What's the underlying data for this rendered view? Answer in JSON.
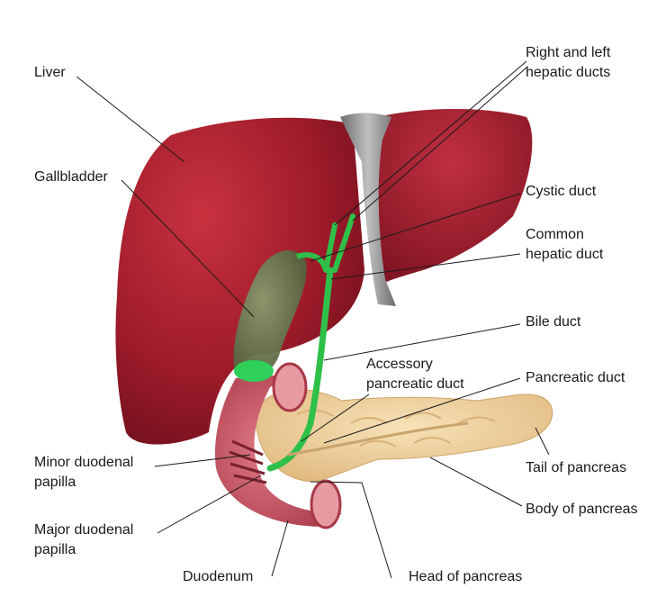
{
  "labels": {
    "liver": "Liver",
    "gallbladder": "Gallbladder",
    "hepatic_ducts": [
      "Right and left",
      "hepatic ducts"
    ],
    "cystic_duct": "Cystic duct",
    "common_hepatic_duct": [
      "Common",
      "hepatic duct"
    ],
    "bile_duct": "Bile duct",
    "accessory_pancreatic_duct": [
      "Accessory",
      "pancreatic duct"
    ],
    "pancreatic_duct": "Pancreatic duct",
    "tail_of_pancreas": "Tail of pancreas",
    "body_of_pancreas": "Body of pancreas",
    "minor_duodenal_papilla": [
      "Minor duodenal",
      "papilla"
    ],
    "major_duodenal_papilla": [
      "Major duodenal",
      "papilla"
    ],
    "duodenum": "Duodenum",
    "head_of_pancreas": "Head of pancreas"
  },
  "colors": {
    "liver": "#9e1b2b",
    "liver_highlight": "#c8323f",
    "ligament": "#8c8c8c",
    "gallbladder": "#6b7a52",
    "gallbladder_tip": "#2fd05a",
    "duct": "#2fc04a",
    "pancreas": "#f1d3a0",
    "pancreas_shadow": "#d9b27a",
    "duodenum": "#c8505e",
    "duodenum_inner": "#e89aa2",
    "leader": "#1a1a1a"
  }
}
